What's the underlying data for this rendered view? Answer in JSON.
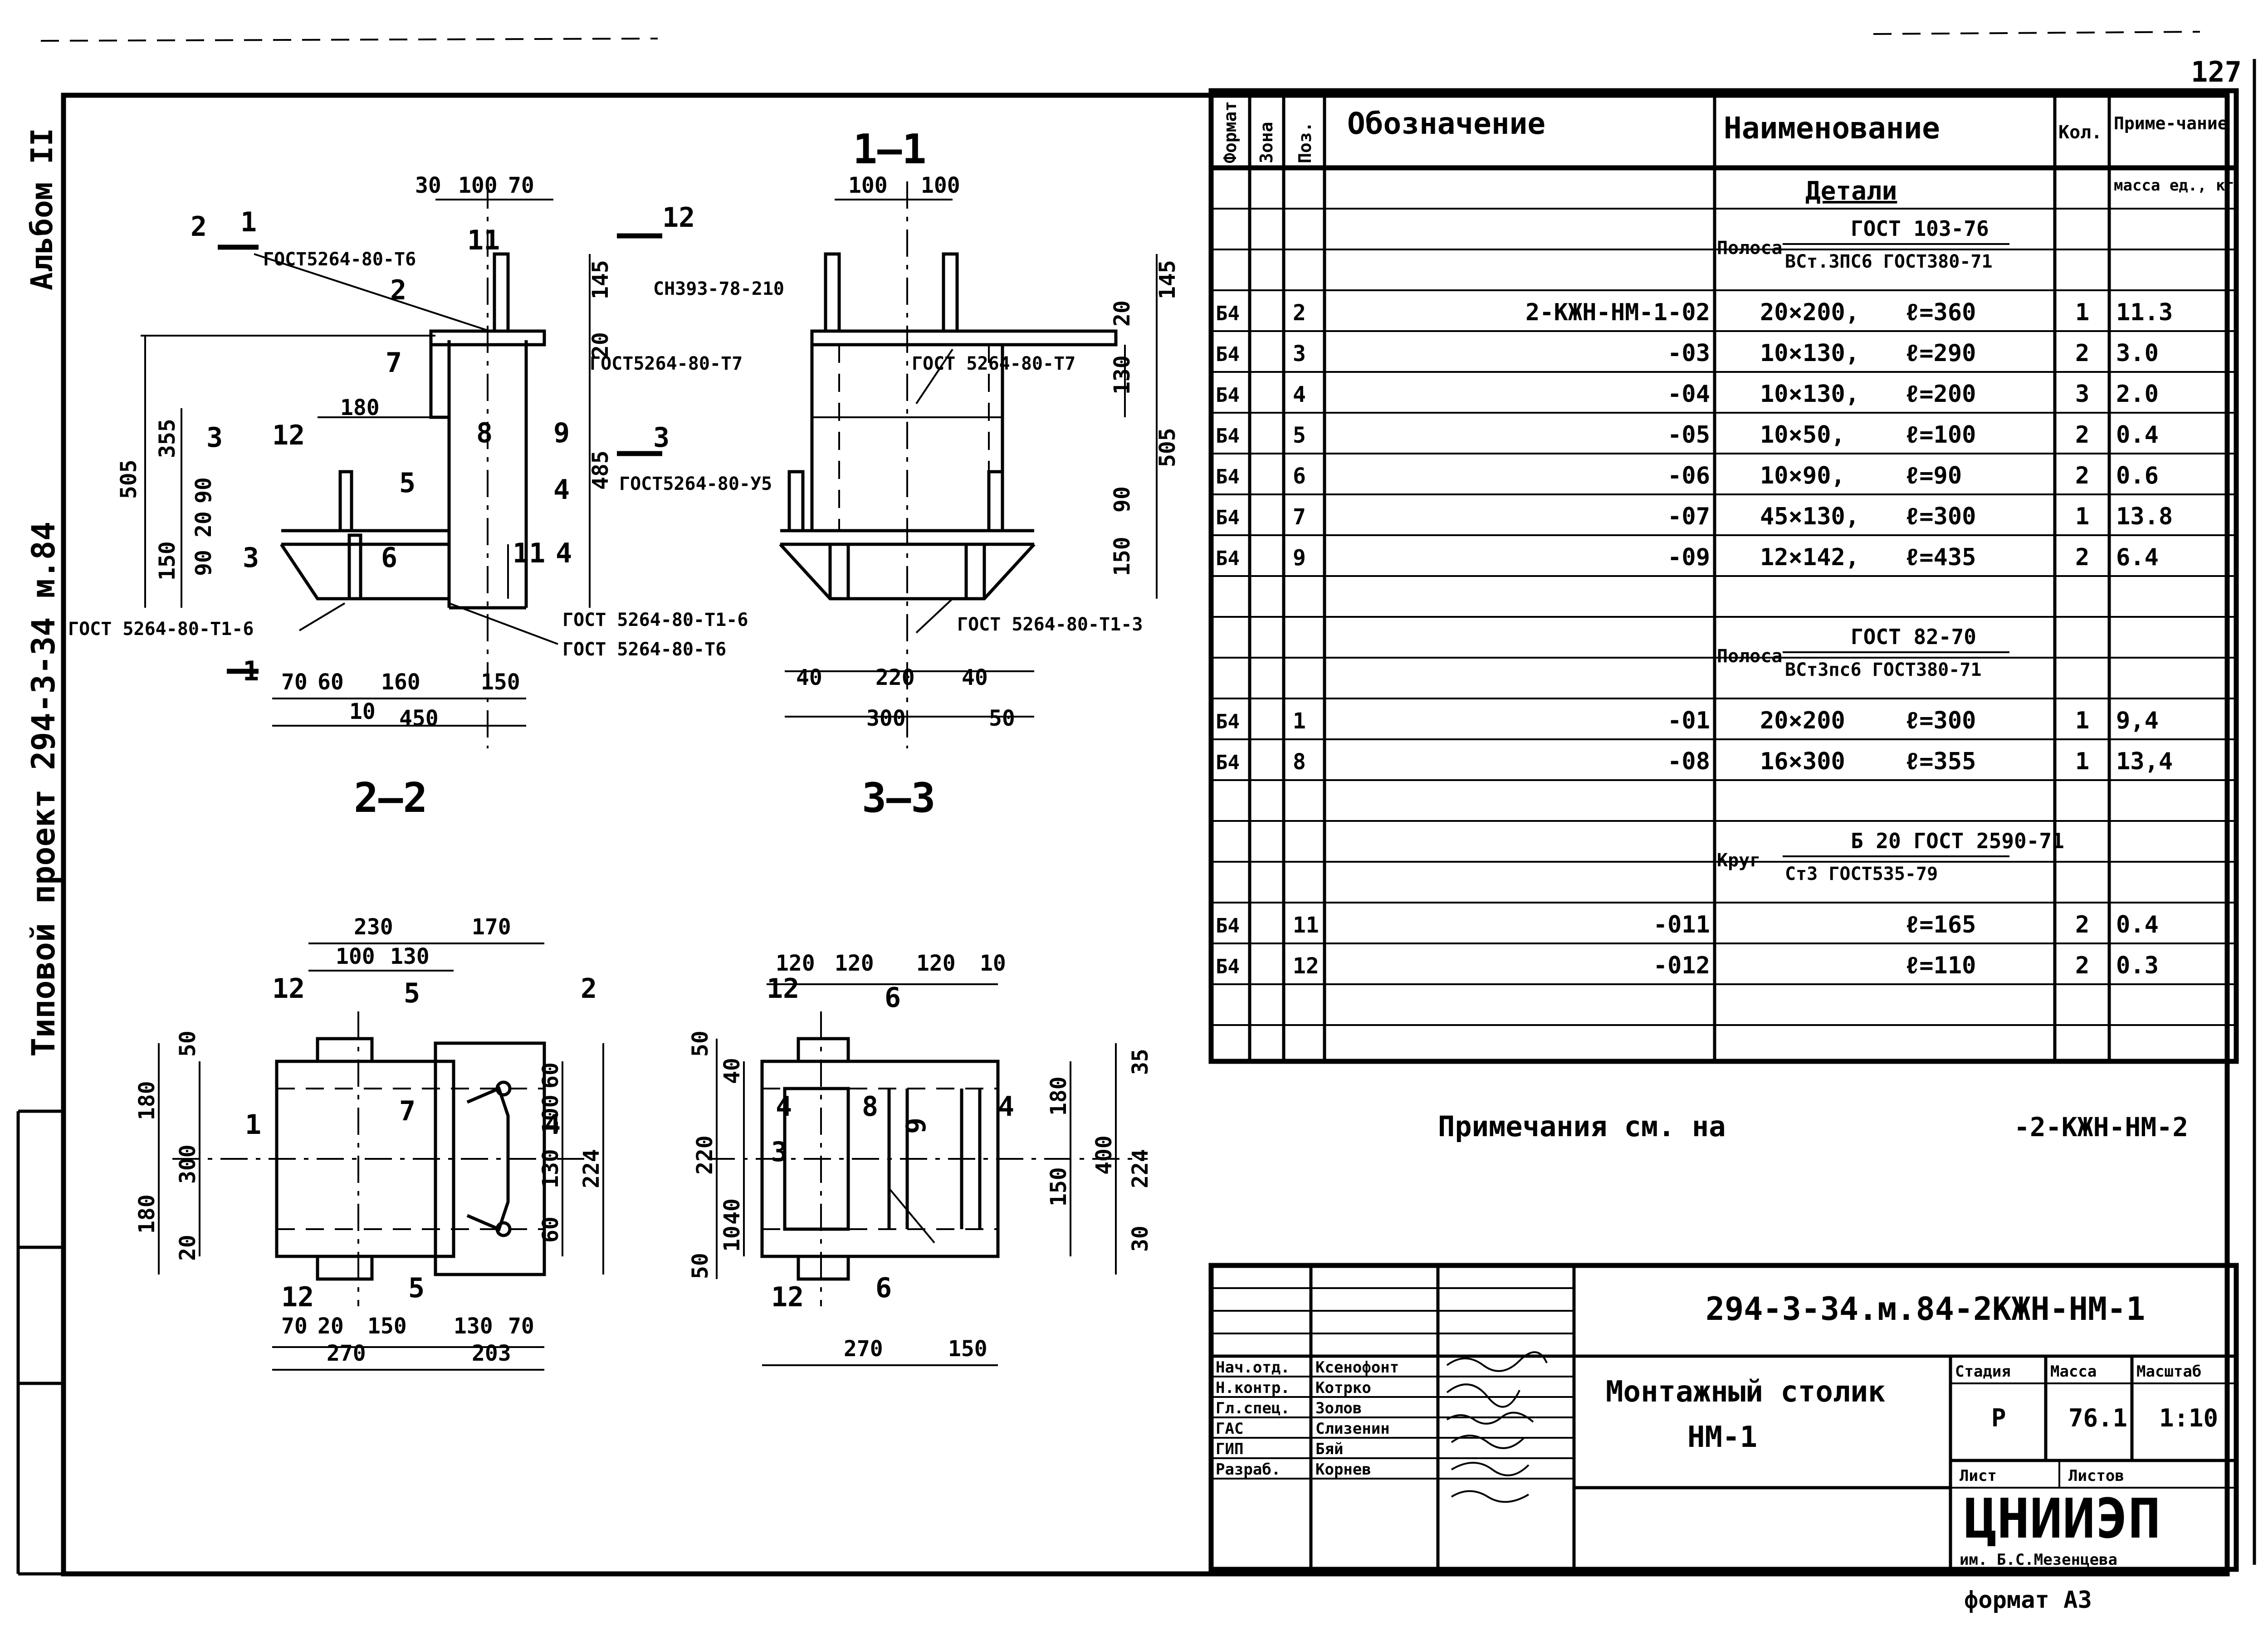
{
  "sheet": {
    "page_number": "127",
    "side_album": "Альбом II",
    "side_project": "Типовой проект 294-3-34 м.84",
    "format_label": "формат А3"
  },
  "views": {
    "v22": {
      "title": "2—2",
      "callouts": [
        "2",
        "1",
        "12",
        "3",
        "1",
        "3",
        "11",
        "2",
        "7",
        "8",
        "9",
        "4",
        "12",
        "5",
        "3",
        "6",
        "11",
        "4"
      ],
      "weld_labels": [
        "ГОСТ5264-80-Т6",
        "ГОСТ5264-80-Т7",
        "ГОСТ5264-80-У5",
        "ГОСТ 5264-80-Т1-6",
        "ГОСТ 5264-80-Т1-6",
        "ГОСТ 5264-80-Т6"
      ],
      "dims": [
        "30",
        "100",
        "70",
        "145",
        "20",
        "355",
        "505",
        "180",
        "485",
        "90",
        "20",
        "90",
        "150",
        "70",
        "60",
        "160",
        "150",
        "10",
        "450"
      ]
    },
    "v11": {
      "title": "1—1",
      "weld_labels": [
        "СН393-78-210",
        "ГОСТ 5264-80-Т7",
        "ГОСТ 5264-80-Т1-3"
      ],
      "dims": [
        "100",
        "100",
        "20",
        "145",
        "130",
        "505",
        "90",
        "150",
        "40",
        "220",
        "40",
        "300",
        "50"
      ]
    },
    "v33": {
      "title": "3—3"
    },
    "plan_a": {
      "callouts": [
        "12",
        "5",
        "2",
        "1",
        "7",
        "4",
        "12",
        "5"
      ],
      "dims": [
        "230",
        "170",
        "100",
        "130",
        "50",
        "180",
        "300",
        "180",
        "20",
        "60",
        "100",
        "130",
        "224",
        "60",
        "70",
        "20",
        "150",
        "130",
        "70",
        "270",
        "203"
      ]
    },
    "plan_b": {
      "callouts": [
        "12",
        "6",
        "4",
        "8",
        "3",
        "9",
        "4",
        "12",
        "6"
      ],
      "dims": [
        "120",
        "120",
        "120",
        "10",
        "50",
        "40",
        "220",
        "40",
        "10",
        "50",
        "180",
        "400",
        "150",
        "224",
        "35",
        "30",
        "270",
        "150"
      ]
    }
  },
  "spec": {
    "headers": [
      "Формат",
      "Зона",
      "Поз.",
      "Обозначение",
      "Наименование",
      "Кол.",
      "Приме-чание"
    ],
    "section_title": "Детали",
    "mass_unit": "масса ед., кг",
    "groups": [
      {
        "material": {
          "label": "Полоса",
          "top": "ГОСТ 103-76",
          "bottom": "ВСт.3ПС6 ГОСТ380-71"
        },
        "rows": [
          {
            "fmt": "Б4",
            "pos": "2",
            "code": "2-КЖН-НМ-1-02",
            "size": "20×200,",
            "len": "ℓ=360",
            "qty": "1",
            "mass": "11.3"
          },
          {
            "fmt": "Б4",
            "pos": "3",
            "code": "-03",
            "size": "10×130,",
            "len": "ℓ=290",
            "qty": "2",
            "mass": "3.0"
          },
          {
            "fmt": "Б4",
            "pos": "4",
            "code": "-04",
            "size": "10×130,",
            "len": "ℓ=200",
            "qty": "3",
            "mass": "2.0"
          },
          {
            "fmt": "Б4",
            "pos": "5",
            "code": "-05",
            "size": "10×50,",
            "len": "ℓ=100",
            "qty": "2",
            "mass": "0.4"
          },
          {
            "fmt": "Б4",
            "pos": "6",
            "code": "-06",
            "size": "10×90,",
            "len": "ℓ=90",
            "qty": "2",
            "mass": "0.6"
          },
          {
            "fmt": "Б4",
            "pos": "7",
            "code": "-07",
            "size": "45×130,",
            "len": "ℓ=300",
            "qty": "1",
            "mass": "13.8"
          },
          {
            "fmt": "Б4",
            "pos": "9",
            "code": "-09",
            "size": "12×142,",
            "len": "ℓ=435",
            "qty": "2",
            "mass": "6.4"
          }
        ]
      },
      {
        "material": {
          "label": "Полоса",
          "top": "ГОСТ 82-70",
          "bottom": "ВСт3пс6 ГОСТ380-71"
        },
        "rows": [
          {
            "fmt": "Б4",
            "pos": "1",
            "code": "-01",
            "size": "20×200",
            "len": "ℓ=300",
            "qty": "1",
            "mass": "9,4"
          },
          {
            "fmt": "Б4",
            "pos": "8",
            "code": "-08",
            "size": "16×300",
            "len": "ℓ=355",
            "qty": "1",
            "mass": "13,4"
          }
        ]
      },
      {
        "material": {
          "label": "Круг",
          "top": "Б 20 ГОСТ 2590-71",
          "bottom": "Ст3 ГОСТ535-79"
        },
        "rows": [
          {
            "fmt": "Б4",
            "pos": "11",
            "code": "-011",
            "size": "",
            "len": "ℓ=165",
            "qty": "2",
            "mass": "0.4"
          },
          {
            "fmt": "Б4",
            "pos": "12",
            "code": "-012",
            "size": "",
            "len": "ℓ=110",
            "qty": "2",
            "mass": "0.3"
          }
        ]
      }
    ]
  },
  "notes": {
    "text": "Примечания см. на",
    "ref": "-2-КЖН-НМ-2"
  },
  "title_block": {
    "code": "294-3-34.м.84-2КЖН-НМ-1",
    "name_line1": "Монтажный  столик",
    "name_line2": "НМ-1",
    "people": [
      {
        "role": "Нач.отд.",
        "name": "Ксенофонт"
      },
      {
        "role": "Н.контр.",
        "name": "Котрко"
      },
      {
        "role": "Гл.спец.",
        "name": "Золов"
      },
      {
        "role": "ГАС",
        "name": "Слизенин"
      },
      {
        "role": "ГИП",
        "name": "Бяй"
      },
      {
        "role": "Разраб.",
        "name": "Корнев"
      }
    ],
    "stage_header": "Стадия",
    "mass_header": "Масса",
    "scale_header": "Масштаб",
    "stage": "Р",
    "mass": "76.1",
    "scale": "1:10",
    "sheet_header": "Лист",
    "sheets_header": "Листов",
    "org": "ЦНИИЭП",
    "org_sub": "им. Б.С.Мезенцева"
  }
}
